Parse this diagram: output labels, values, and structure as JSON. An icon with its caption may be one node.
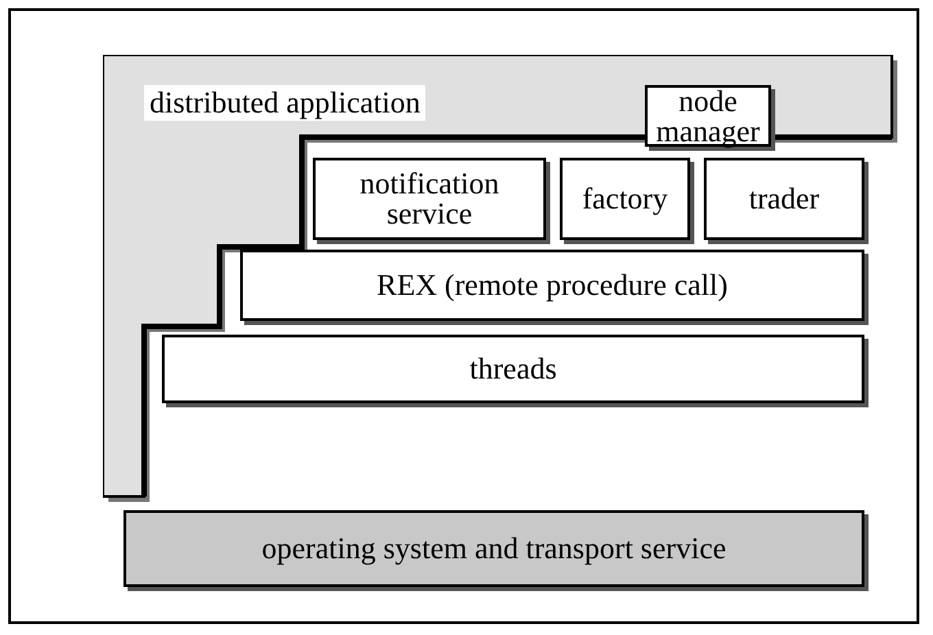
{
  "diagram": {
    "nodes": [
      {
        "text": [
          "distributed application"
        ]
      },
      {
        "text": [
          "node manager"
        ],
        "in": 0
      },
      {
        "text": [
          "notification service"
        ],
        "in": 0
      },
      {
        "text": [
          "factory"
        ],
        "in": 0
      },
      {
        "text": [
          "trader"
        ],
        "in": 0
      },
      {
        "text": [
          "REX (remote procedure call)"
        ],
        "in": 0
      },
      {
        "text": [
          "threads"
        ],
        "in": 0
      },
      {
        "text": [
          "operating system and transport service"
        ]
      }
    ],
    "edges": []
  }
}
